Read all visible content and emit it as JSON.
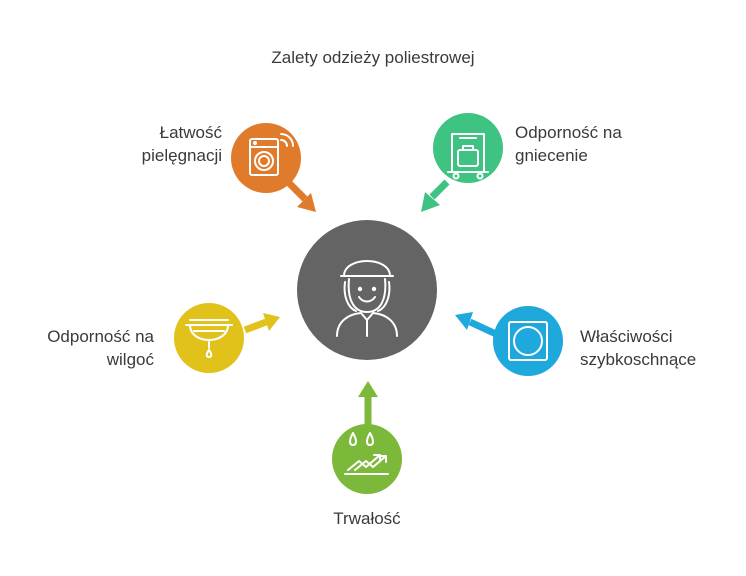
{
  "title": "Zalety odzieży poliestrowej",
  "center": {
    "icon": "person-with-hat-icon",
    "color": "#646464"
  },
  "benefits": [
    {
      "lines": [
        "Łatwość",
        "pielęgnacji"
      ],
      "icon": "washing-machine-icon",
      "color": "#e07b2c"
    },
    {
      "lines": [
        "Odporność na",
        "gniecenie"
      ],
      "icon": "luggage-cart-icon",
      "color": "#3ec383"
    },
    {
      "lines": [
        "Właściwości",
        "szybkoschnące"
      ],
      "icon": "dryer-icon",
      "color": "#1fa8dc"
    },
    {
      "lines": [
        "Trwałość"
      ],
      "icon": "water-drops-trend-icon",
      "color": "#7cb93a"
    },
    {
      "lines": [
        "Odporność na",
        "wilgoć"
      ],
      "icon": "drip-canopy-icon",
      "color": "#e0c21b"
    }
  ]
}
